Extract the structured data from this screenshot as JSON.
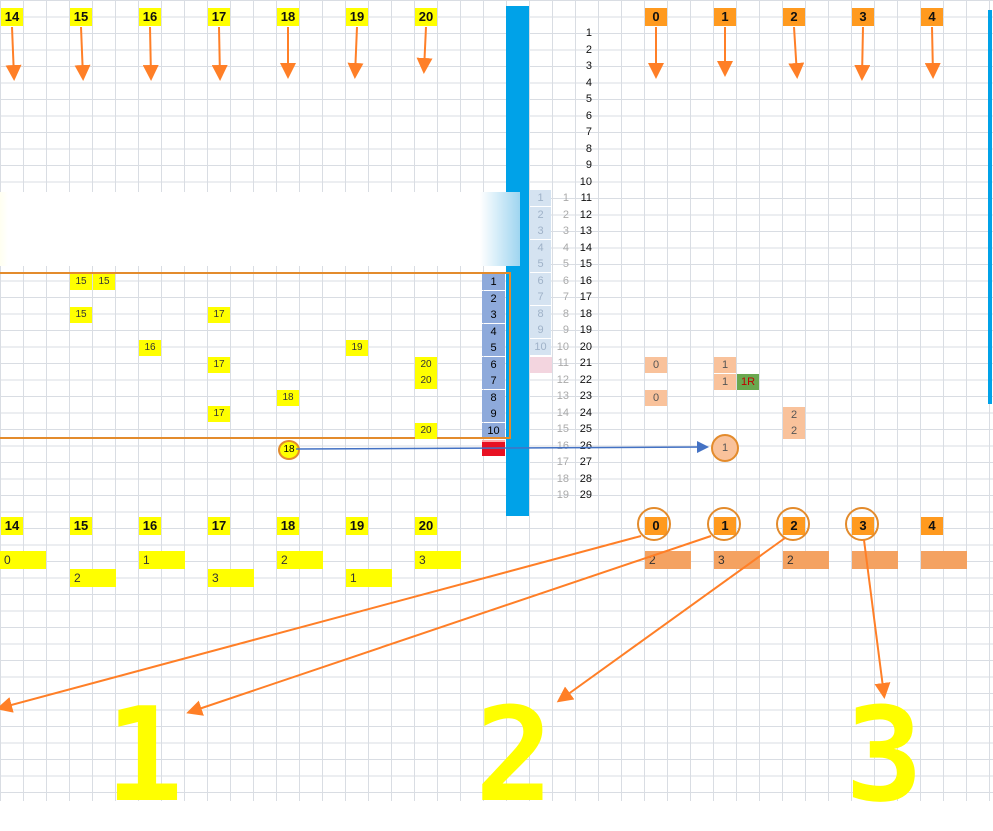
{
  "top_headers_left": [
    "14",
    "15",
    "16",
    "17",
    "18",
    "19",
    "20"
  ],
  "top_headers_right": [
    "0",
    "1",
    "2",
    "3",
    "4"
  ],
  "right_numbers": [
    "1",
    "2",
    "3",
    "4",
    "5",
    "6",
    "7",
    "8",
    "9",
    "10",
    "11",
    "12",
    "13",
    "14",
    "15",
    "16",
    "17",
    "18",
    "19",
    "20",
    "21",
    "22",
    "23",
    "24",
    "25",
    "26",
    "27",
    "28",
    "29"
  ],
  "mid_numbers_light": [
    "1",
    "2",
    "3",
    "4",
    "5",
    "6",
    "7",
    "8",
    "9",
    "10"
  ],
  "mid_numbers_gray": [
    "1",
    "2",
    "3",
    "4",
    "5",
    "6",
    "7",
    "8",
    "9",
    "10",
    "11",
    "12",
    "13",
    "14",
    "15",
    "16",
    "17",
    "18",
    "19"
  ],
  "blue_col": [
    "1",
    "2",
    "3",
    "4",
    "5",
    "6",
    "7",
    "8",
    "9",
    "10"
  ],
  "yellow_marks": [
    {
      "t": "15",
      "row": 0,
      "col": 1
    },
    {
      "t": "15",
      "row": 0,
      "col": 1.5
    },
    {
      "t": "15",
      "row": 2,
      "col": 1
    },
    {
      "t": "17",
      "row": 2,
      "col": 3
    },
    {
      "t": "16",
      "row": 4,
      "col": 2
    },
    {
      "t": "19",
      "row": 4,
      "col": 5
    },
    {
      "t": "17",
      "row": 5,
      "col": 3
    },
    {
      "t": "20",
      "row": 5,
      "col": 6
    },
    {
      "t": "20",
      "row": 6,
      "col": 6
    },
    {
      "t": "18",
      "row": 7,
      "col": 4
    },
    {
      "t": "17",
      "row": 8,
      "col": 3
    },
    {
      "t": "20",
      "row": 9,
      "col": 6
    }
  ],
  "circled_18": "18",
  "peach_cells": [
    {
      "t": "0",
      "row": 5,
      "col": 0
    },
    {
      "t": "1",
      "row": 5,
      "col": 1
    },
    {
      "t": "1",
      "row": 6,
      "col": 1
    },
    {
      "t": "0",
      "row": 7,
      "col": 0
    },
    {
      "t": "2",
      "row": 8,
      "col": 2
    },
    {
      "t": "2",
      "row": 9,
      "col": 2
    }
  ],
  "green_cell": "1R",
  "circled_1": "1",
  "bottom_headers_left": [
    "14",
    "15",
    "16",
    "17",
    "18",
    "19",
    "20"
  ],
  "bottom_headers_right": [
    "0",
    "1",
    "2",
    "3",
    "4"
  ],
  "yellow_bars_row1": [
    "0",
    "1",
    "2",
    "3"
  ],
  "yellow_bars_row2": [
    "2",
    "3",
    "1"
  ],
  "orange_bars": [
    "2",
    "3",
    "2",
    "",
    ""
  ],
  "big_digits": [
    "1",
    "2",
    "3"
  ],
  "colors": {
    "yellow": "#ffff00",
    "orange": "#ff9a1f",
    "blue_bar": "#00a2e8",
    "arrow": "#ff7f27",
    "line_blue": "#4472c4"
  }
}
